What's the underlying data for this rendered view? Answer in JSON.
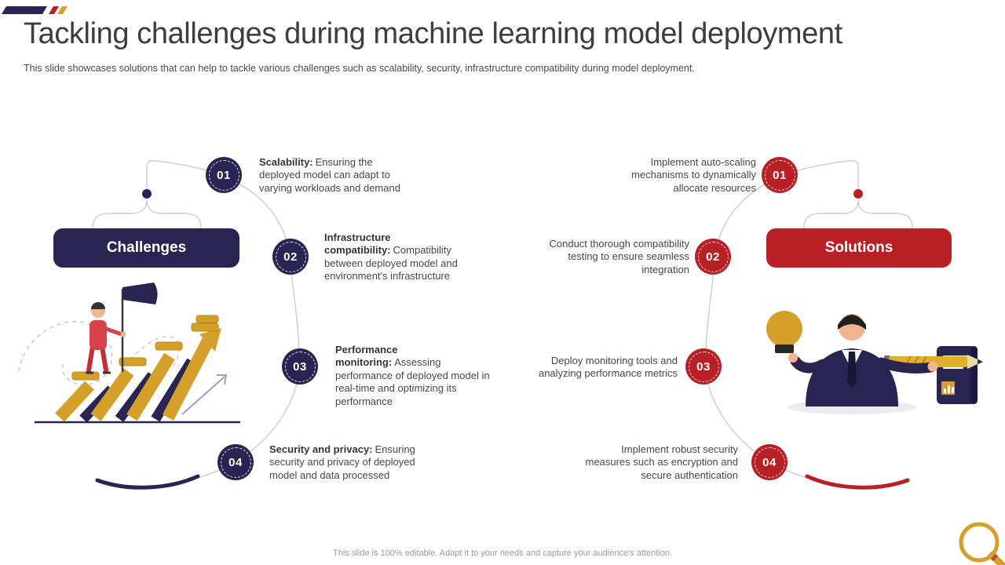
{
  "slide": {
    "title": "Tackling challenges during machine learning model deployment",
    "subtitle": "This slide showcases solutions that can help to tackle various challenges such as scalability, security, infrastructure compatibility during model deployment.",
    "footer_note": "This slide is 100% editable. Adapt it to your needs and capture your audience's attention."
  },
  "challenges": {
    "label": "Challenges",
    "items": [
      {
        "number": "01",
        "lead": "Scalability:",
        "text": "Ensuring the deployed model can adapt to varying workloads and demand"
      },
      {
        "number": "02",
        "lead": "Infrastructure compatibility:",
        "text": "Compatibility between deployed model and environment's infrastructure"
      },
      {
        "number": "03",
        "lead": "Performance monitoring:",
        "text": "Assessing performance of deployed model in real-time and optimizing its performance"
      },
      {
        "number": "04",
        "lead": "Security and privacy:",
        "text": "Ensuring security and privacy of deployed model and data processed"
      }
    ]
  },
  "solutions": {
    "label": "Solutions",
    "items": [
      {
        "number": "01",
        "text": "Implement auto-scaling mechanisms to dynamically allocate resources"
      },
      {
        "number": "02",
        "text": "Conduct thorough compatibility testing to ensure seamless integration"
      },
      {
        "number": "03",
        "text": "Deploy monitoring tools and analyzing performance metrics"
      },
      {
        "number": "04",
        "text": "Implement robust security measures such as encryption and secure authentication"
      }
    ]
  },
  "icons": {
    "top_left_decoration": "slanted-bars-decoration",
    "left_illustration": "person-climbing-arrow-stairs-with-flag",
    "right_illustration": "businessman-with-lightbulb-and-pencil",
    "bottom_right": "magnifier-icon"
  },
  "colors": {
    "navy": "#2a2453",
    "red": "#b82025",
    "gold": "#d4a02a",
    "person_red": "#d8434a",
    "connector_gray": "#cfcfcf",
    "title_text": "#3d3d3d",
    "body_text": "#474747",
    "footer_text": "#9a9a9a"
  }
}
